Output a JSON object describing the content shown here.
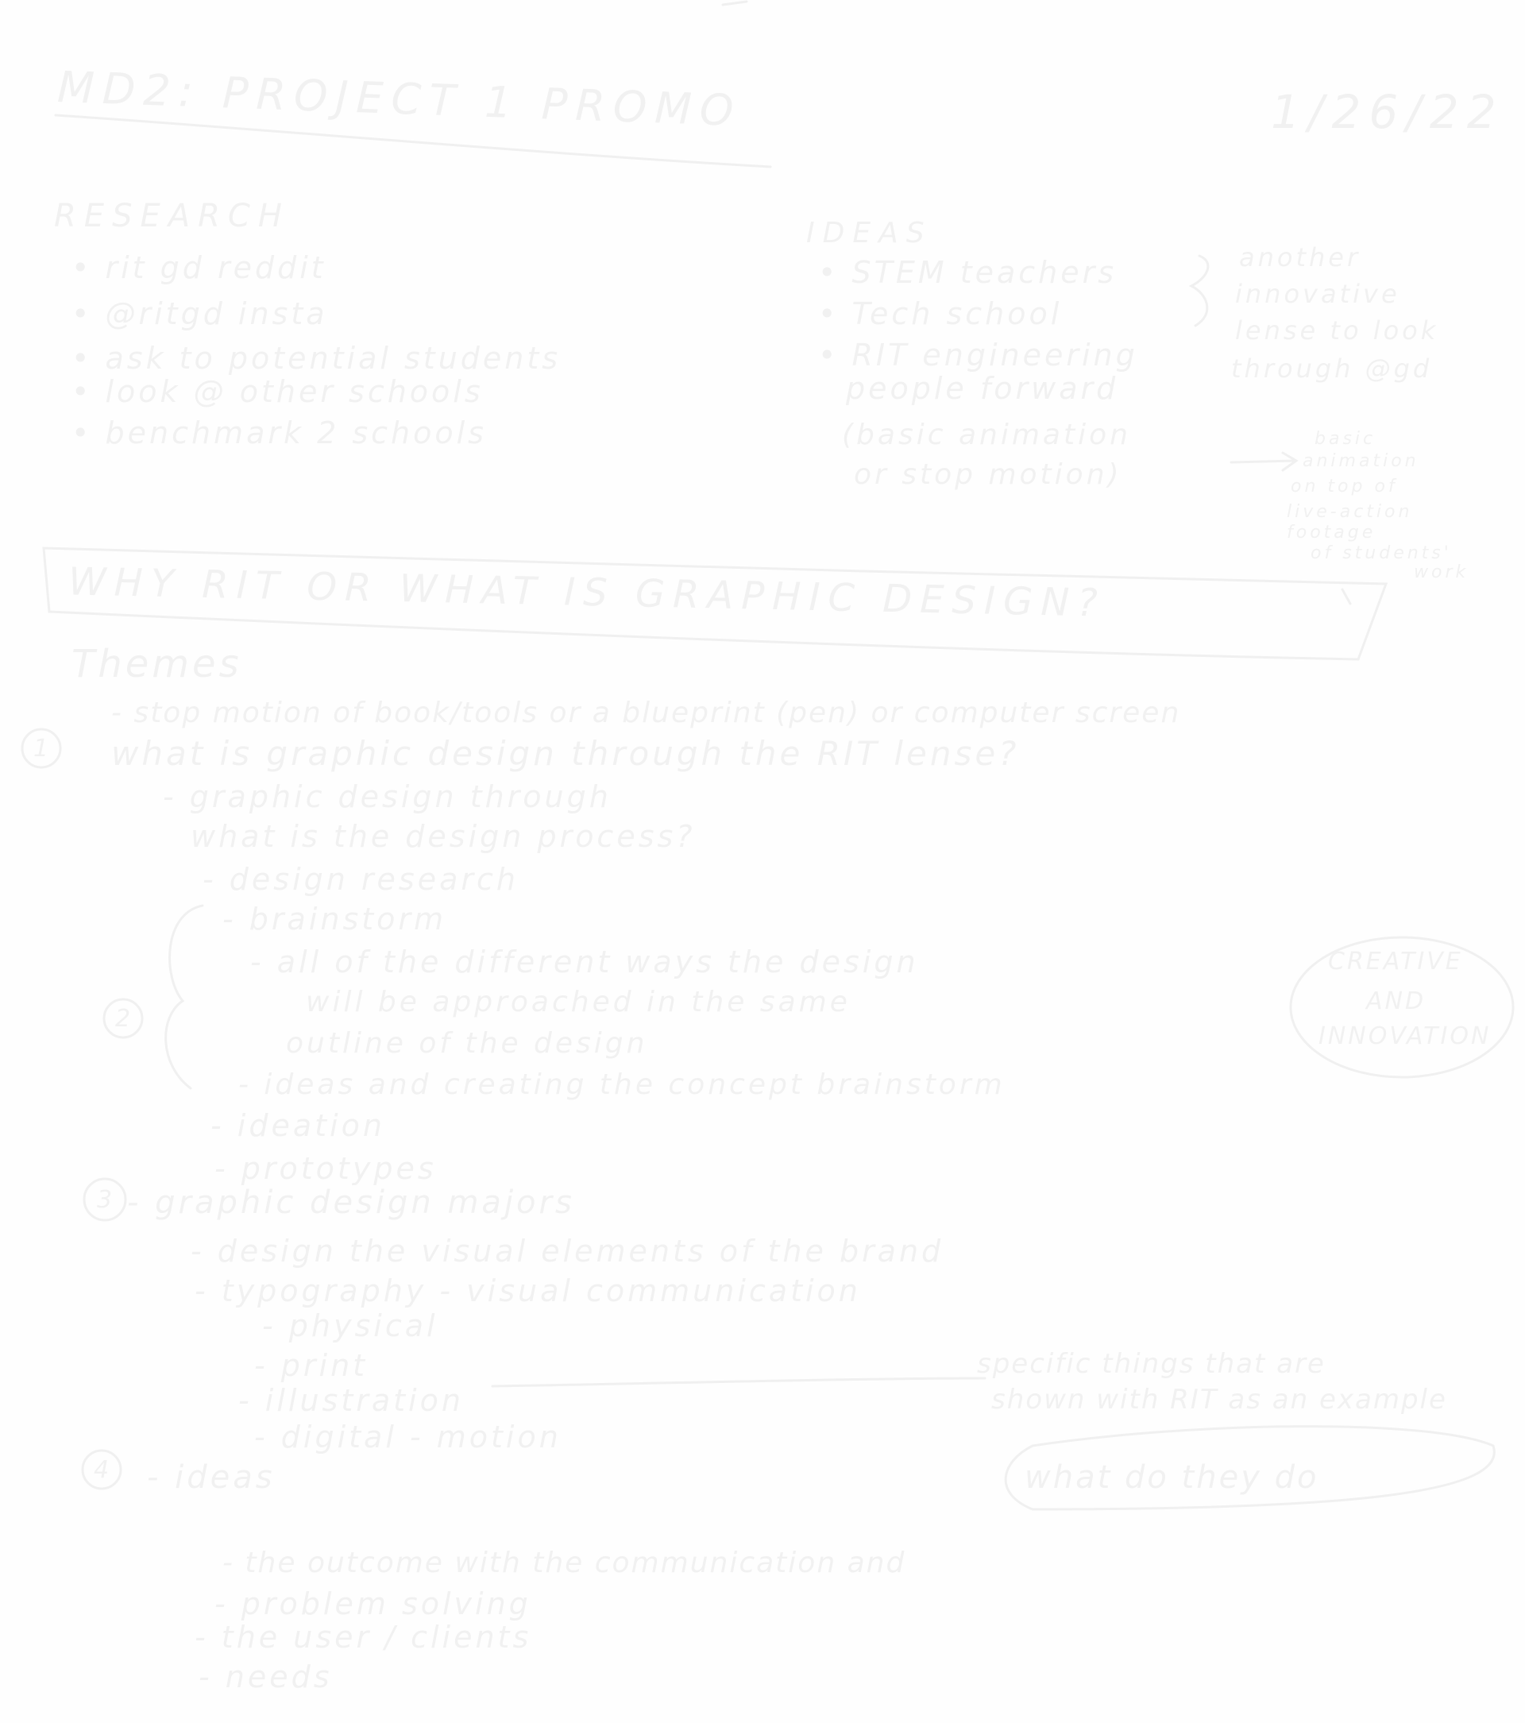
{
  "page": {
    "ink_color": "#f1f1f1",
    "paper_color": "#fefefe"
  },
  "header": {
    "title": "MD2: PROJECT 1 PROMO",
    "date": "1/26/22"
  },
  "research": {
    "heading": "RESEARCH",
    "items": [
      "• rit gd reddit",
      "• @ritgd insta",
      "• ask to potential students",
      "• look @ other schools",
      "• benchmark 2 schools"
    ]
  },
  "ideas": {
    "heading": "IDEAS",
    "items": [
      "• STEM teachers",
      "• Tech school",
      "• RIT engineering",
      "people forward",
      "(basic animation",
      "or stop motion)"
    ],
    "side_note": [
      "another",
      "innovative",
      "lense to look",
      "through @gd"
    ],
    "arrow_note": [
      "basic",
      "animation",
      "on top of",
      "live-action",
      "footage",
      "of students'",
      "work"
    ]
  },
  "banner": {
    "text": "WHY RIT OR WHAT IS GRAPHIC DESIGN?"
  },
  "themes": {
    "heading": "Themes",
    "intro": "- stop motion of book/tools or a blueprint (pen) or computer screen",
    "point_1": {
      "marker": "1",
      "text": "what is graphic design through the RIT lense?",
      "sub": [
        "- graphic design through",
        "what is the design process?",
        "- design research",
        "- brainstorm",
        "- all of the different ways the design",
        "will be approached in the same",
        "outline of the design",
        "- ideas and creating the concept brainstorm",
        "- ideation",
        "- prototypes"
      ],
      "bracket_marker": "2",
      "badge": [
        "CREATIVE",
        "AND",
        "INNOVATION"
      ]
    },
    "point_2": {
      "marker": "3",
      "text": "- graphic design majors",
      "sub": [
        "- design the visual elements of the brand",
        "- typography - visual communication",
        "- physical",
        "- print",
        "- illustration",
        "- digital - motion"
      ],
      "side_note": [
        "specific things that are",
        "shown with RIT as an example"
      ],
      "badge": "what do they do"
    },
    "point_3": {
      "marker": "4",
      "text": "- ideas",
      "sub": [
        "- the outcome with the communication and",
        "- problem solving",
        "- the user / clients",
        "- needs"
      ]
    }
  }
}
